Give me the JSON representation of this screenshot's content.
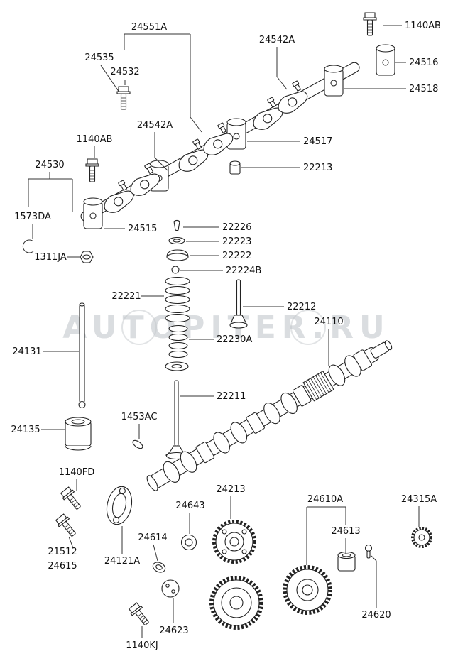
{
  "watermark": "AUTOPITER.RU",
  "colors": {
    "background": "#ffffff",
    "line": "#222222",
    "label_text": "#111111",
    "watermark": "#c3c7cc"
  },
  "parts": [
    {
      "num": "1140AB"
    },
    {
      "num": "24551A"
    },
    {
      "num": "24542A"
    },
    {
      "num": "24535"
    },
    {
      "num": "24532"
    },
    {
      "num": "24516"
    },
    {
      "num": "24518"
    },
    {
      "num": "24542A"
    },
    {
      "num": "1140AB"
    },
    {
      "num": "24517"
    },
    {
      "num": "22213"
    },
    {
      "num": "24530"
    },
    {
      "num": "1573DA"
    },
    {
      "num": "24515"
    },
    {
      "num": "22226"
    },
    {
      "num": "22223"
    },
    {
      "num": "1311JA"
    },
    {
      "num": "22222"
    },
    {
      "num": "22224B"
    },
    {
      "num": "22221"
    },
    {
      "num": "22212"
    },
    {
      "num": "24110"
    },
    {
      "num": "22230A"
    },
    {
      "num": "24131"
    },
    {
      "num": "22211"
    },
    {
      "num": "24135"
    },
    {
      "num": "1453AC"
    },
    {
      "num": "1140FD"
    },
    {
      "num": "24213"
    },
    {
      "num": "24643"
    },
    {
      "num": "24610A"
    },
    {
      "num": "24315A"
    },
    {
      "num": "24614"
    },
    {
      "num": "24613"
    },
    {
      "num": "21512"
    },
    {
      "num": "24615"
    },
    {
      "num": "24121A"
    },
    {
      "num": "24620"
    },
    {
      "num": "24623"
    },
    {
      "num": "1140KJ"
    }
  ]
}
